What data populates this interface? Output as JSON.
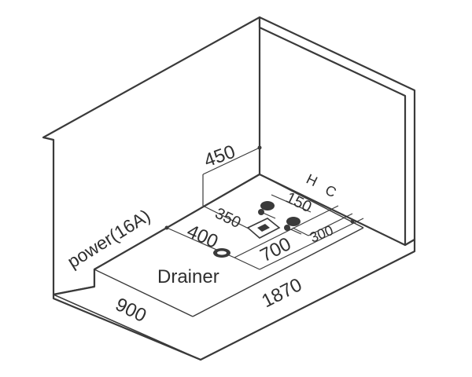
{
  "labels": {
    "power": "power(16A)",
    "drainer": "Drainer",
    "dim_450": "450",
    "dim_350": "350",
    "dim_400": "400",
    "dim_700": "700",
    "dim_150": "150",
    "dim_300": "300",
    "dim_900": "900",
    "dim_1870": "1870",
    "hot": "H",
    "cold": "C"
  }
}
